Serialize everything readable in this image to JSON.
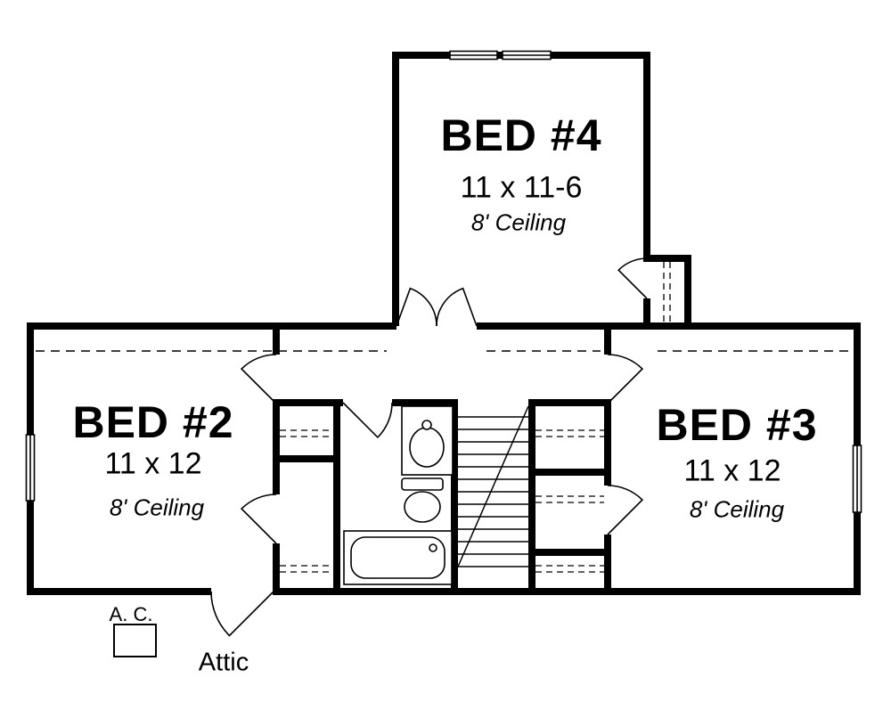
{
  "plan": {
    "rooms": {
      "bed2": {
        "name": "BED #2",
        "dims": "11 x 12",
        "ceiling": "8' Ceiling"
      },
      "bed3": {
        "name": "BED #3",
        "dims": "11 x 12",
        "ceiling": "8' Ceiling"
      },
      "bed4": {
        "name": "BED #4",
        "dims": "11 x 11-6",
        "ceiling": "8' Ceiling"
      }
    },
    "labels": {
      "ac_unit": "A. C.",
      "attic": "Attic"
    },
    "colors": {
      "wall": "#000000",
      "background": "#ffffff"
    }
  }
}
